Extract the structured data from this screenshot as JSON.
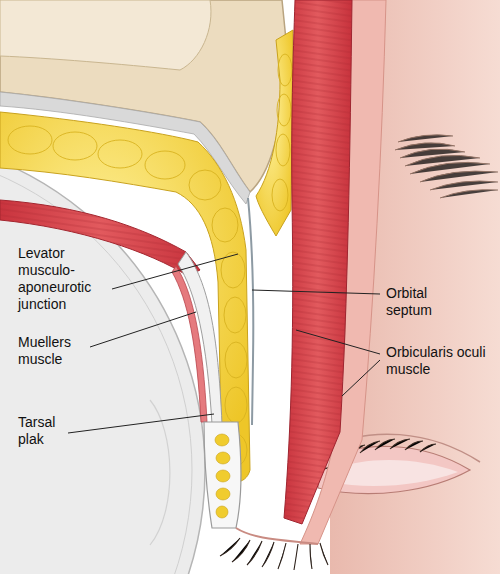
{
  "diagram": {
    "labels": [
      "Levator musculo- aponeurotic junction",
      "Orbital septum",
      "Muellers muscle",
      "Orbicularis oculi muscle",
      "Tarsal plak"
    ]
  }
}
